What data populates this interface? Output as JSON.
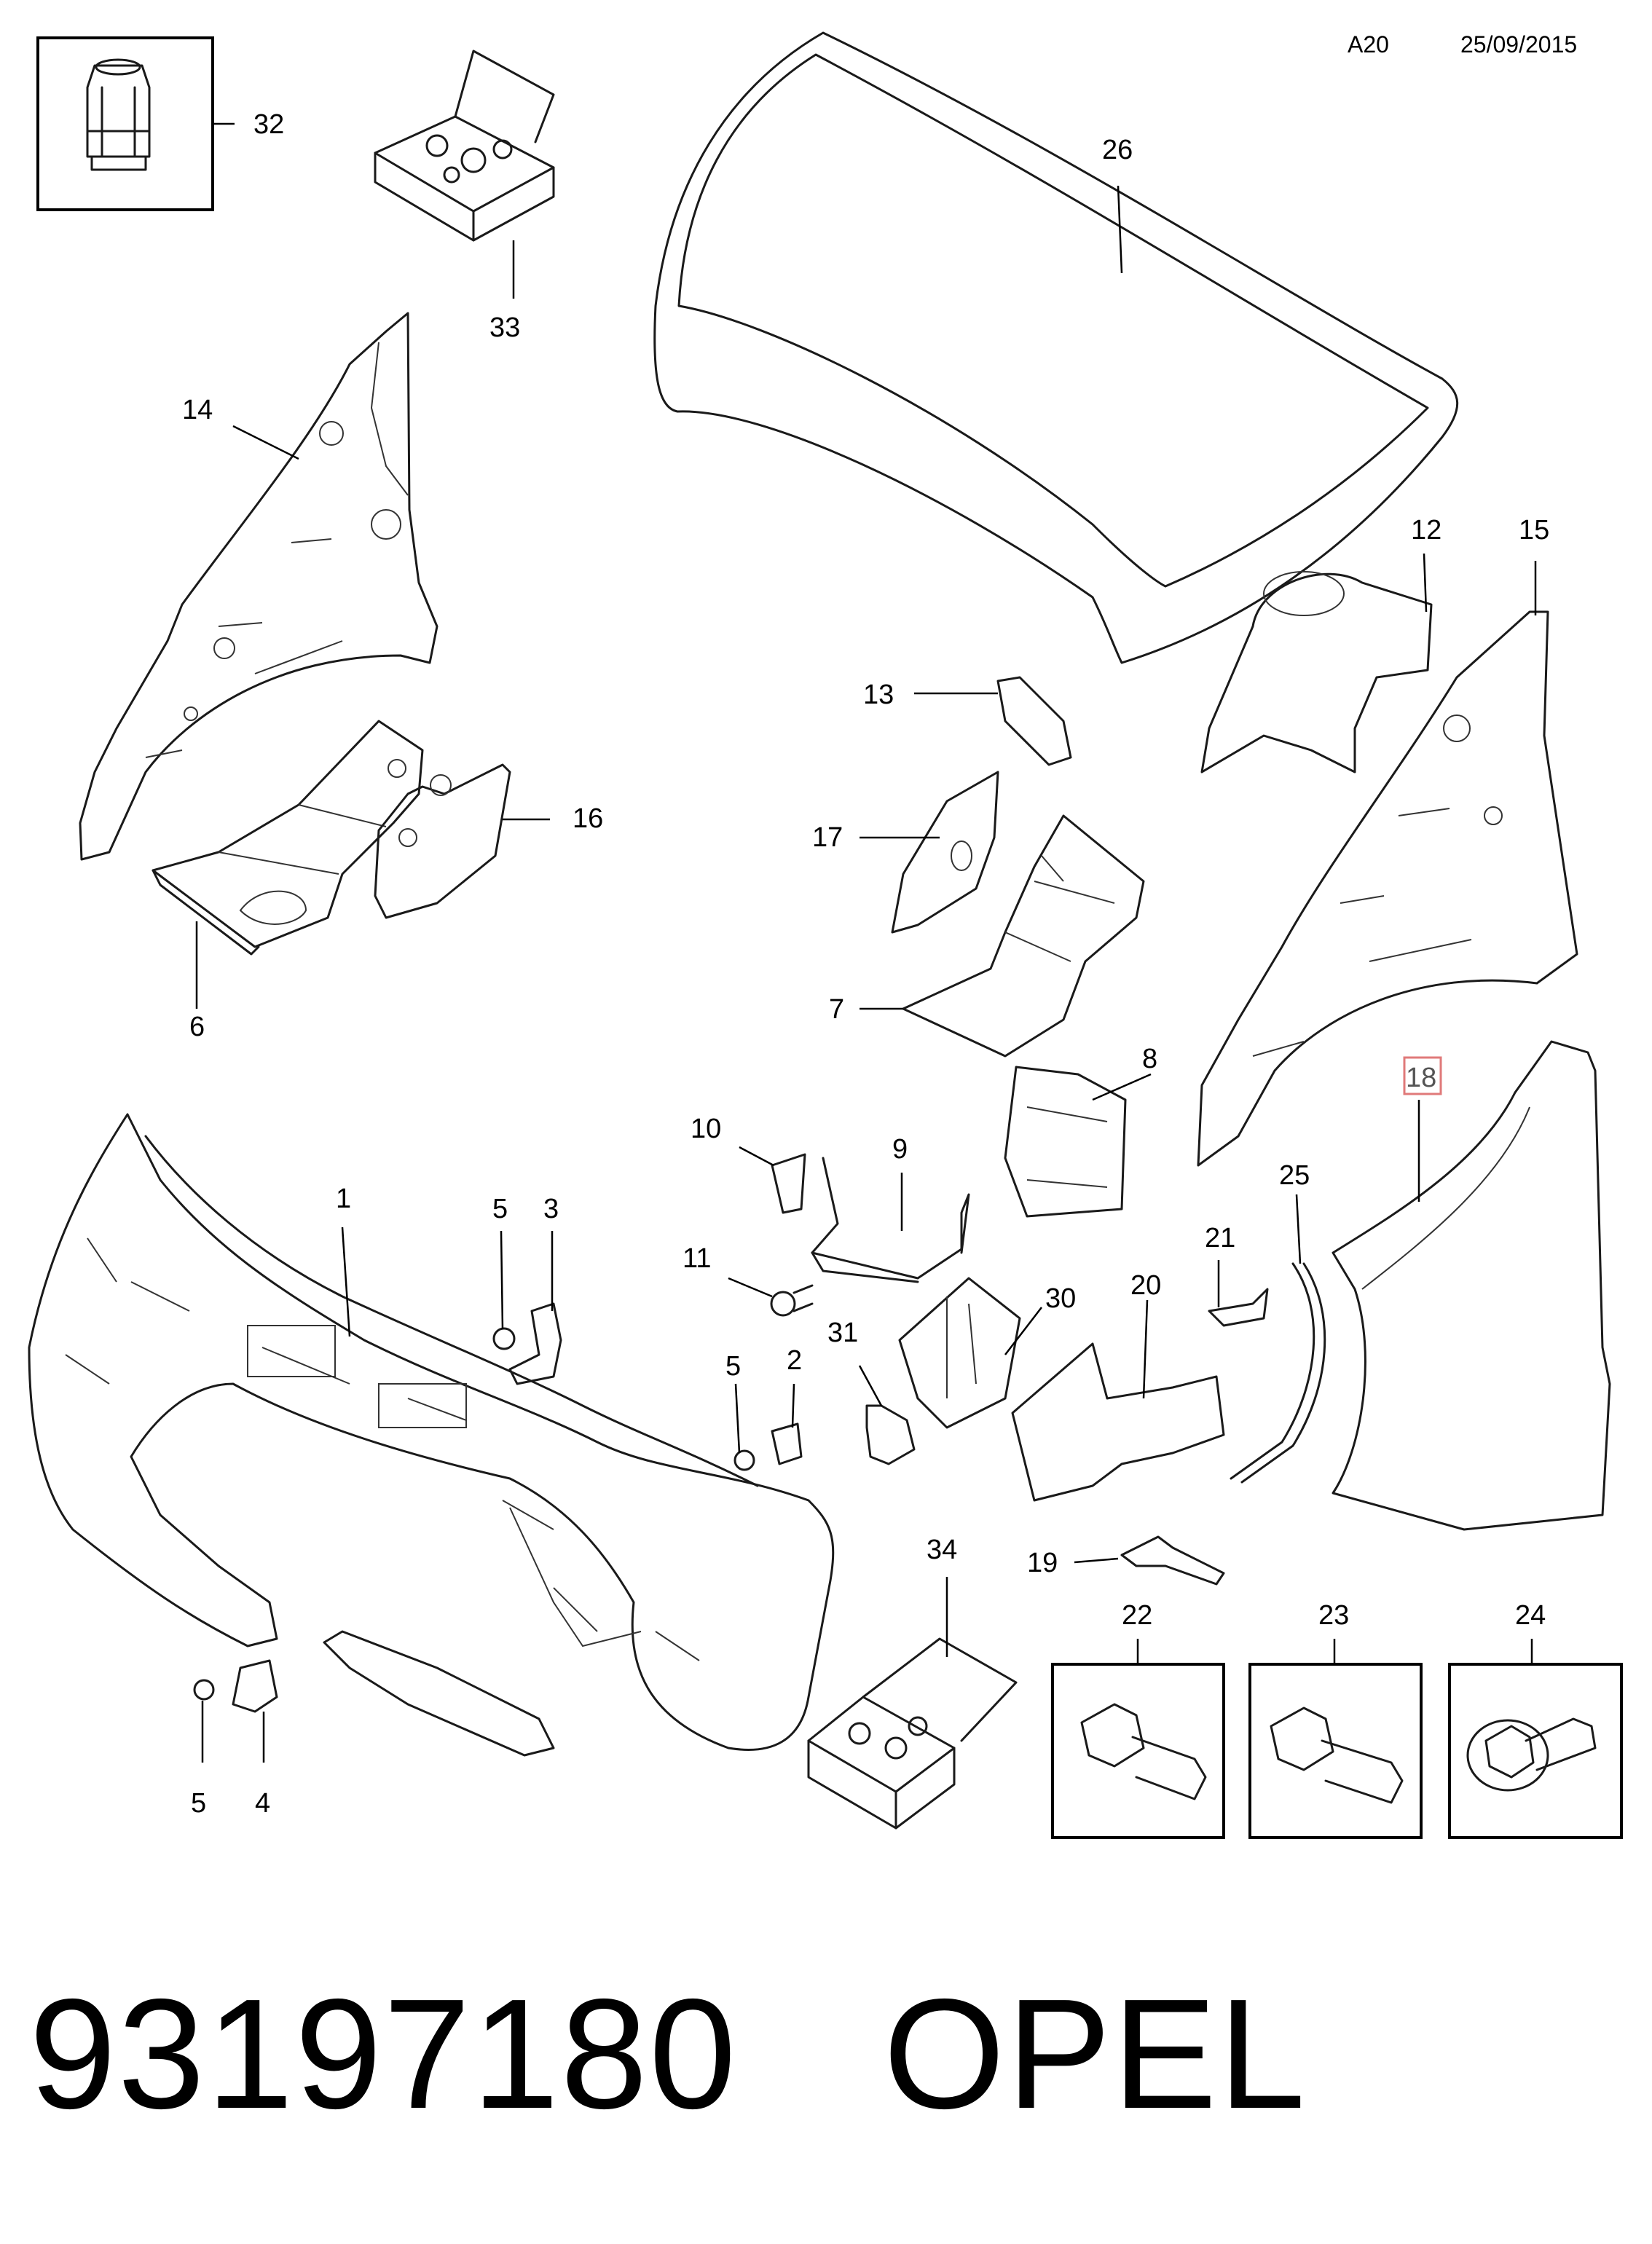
{
  "header": {
    "page_code": "A20",
    "date": "25/09/2015"
  },
  "callouts": {
    "c1": "1",
    "c2": "2",
    "c3": "3",
    "c4": "4",
    "c5a": "5",
    "c5b": "5",
    "c5c": "5",
    "c6": "6",
    "c7": "7",
    "c8": "8",
    "c9": "9",
    "c10": "10",
    "c11": "11",
    "c12": "12",
    "c13": "13",
    "c14": "14",
    "c15": "15",
    "c16": "16",
    "c17": "17",
    "c18": "18",
    "c19": "19",
    "c20": "20",
    "c21": "21",
    "c22": "22",
    "c23": "23",
    "c24": "24",
    "c25": "25",
    "c26": "26",
    "c30": "30",
    "c31": "31",
    "c32": "32",
    "c33": "33",
    "c34": "34"
  },
  "highlight": {
    "color": "#e07a7a"
  },
  "footer": {
    "part_number": "93197180",
    "brand": "OPEL"
  }
}
